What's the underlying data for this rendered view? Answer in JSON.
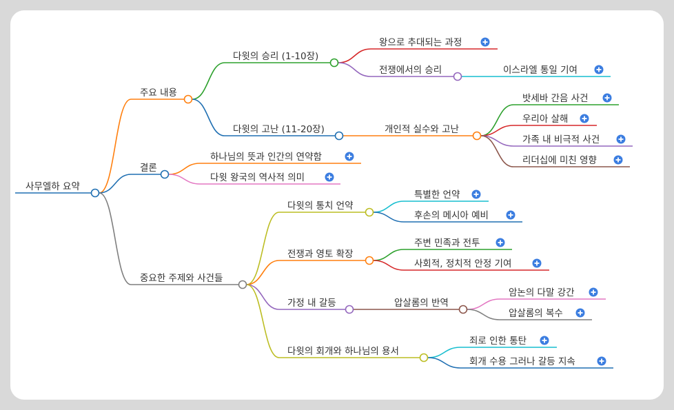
{
  "mindmap": {
    "colors": {
      "root": "#1f6fb2",
      "orange": "#ff7f0e",
      "green": "#2ca02c",
      "blue": "#1f6fb2",
      "red": "#d62728",
      "purple": "#9467bd",
      "brown": "#8c564b",
      "pink": "#e377c2",
      "gray": "#7f7f7f",
      "olive": "#bcbd22",
      "cyan": "#17becf",
      "expand": "#3b7de0"
    },
    "root": "사무엘하 요약",
    "main_content": {
      "label": "주요 내용",
      "victory": "다윗의 승리 (1-10장)",
      "victory_children": [
        "왕으로 추대되는 과정",
        "전쟁에서의 승리"
      ],
      "war_child": "이스라엘 통일 기여",
      "suffering": "다윗의 고난 (11-20장)",
      "mistakes": "개인적 실수와 고난",
      "mistakes_children": [
        "밧세바 간음 사건",
        "우리아 살해",
        "가족 내 비극적 사건",
        "리더십에 미친 영향"
      ]
    },
    "conclusion": {
      "label": "결론",
      "children": [
        "하나님의 뜻과 인간의 연약함",
        "다윗 왕국의 역사적 의미"
      ]
    },
    "themes": {
      "label": "중요한 주제와 사건들",
      "covenant": "다윗의 통치 언약",
      "covenant_children": [
        "특별한 언약",
        "후손의 메시아 예비"
      ],
      "war": "전쟁과 영토 확장",
      "war_children": [
        "주변 민족과 전투",
        "사회적, 정치적 안정 기여"
      ],
      "family": "가정 내 갈등",
      "absalom": "압살롬의 반역",
      "absalom_children": [
        "암논의 다말 강간",
        "압살롬의 복수"
      ],
      "repent": "다윗의 회개와 하나님의 용서",
      "repent_children": [
        "죄로 인한 통탄",
        "회개 수용 그러나 갈등 지속"
      ]
    }
  }
}
